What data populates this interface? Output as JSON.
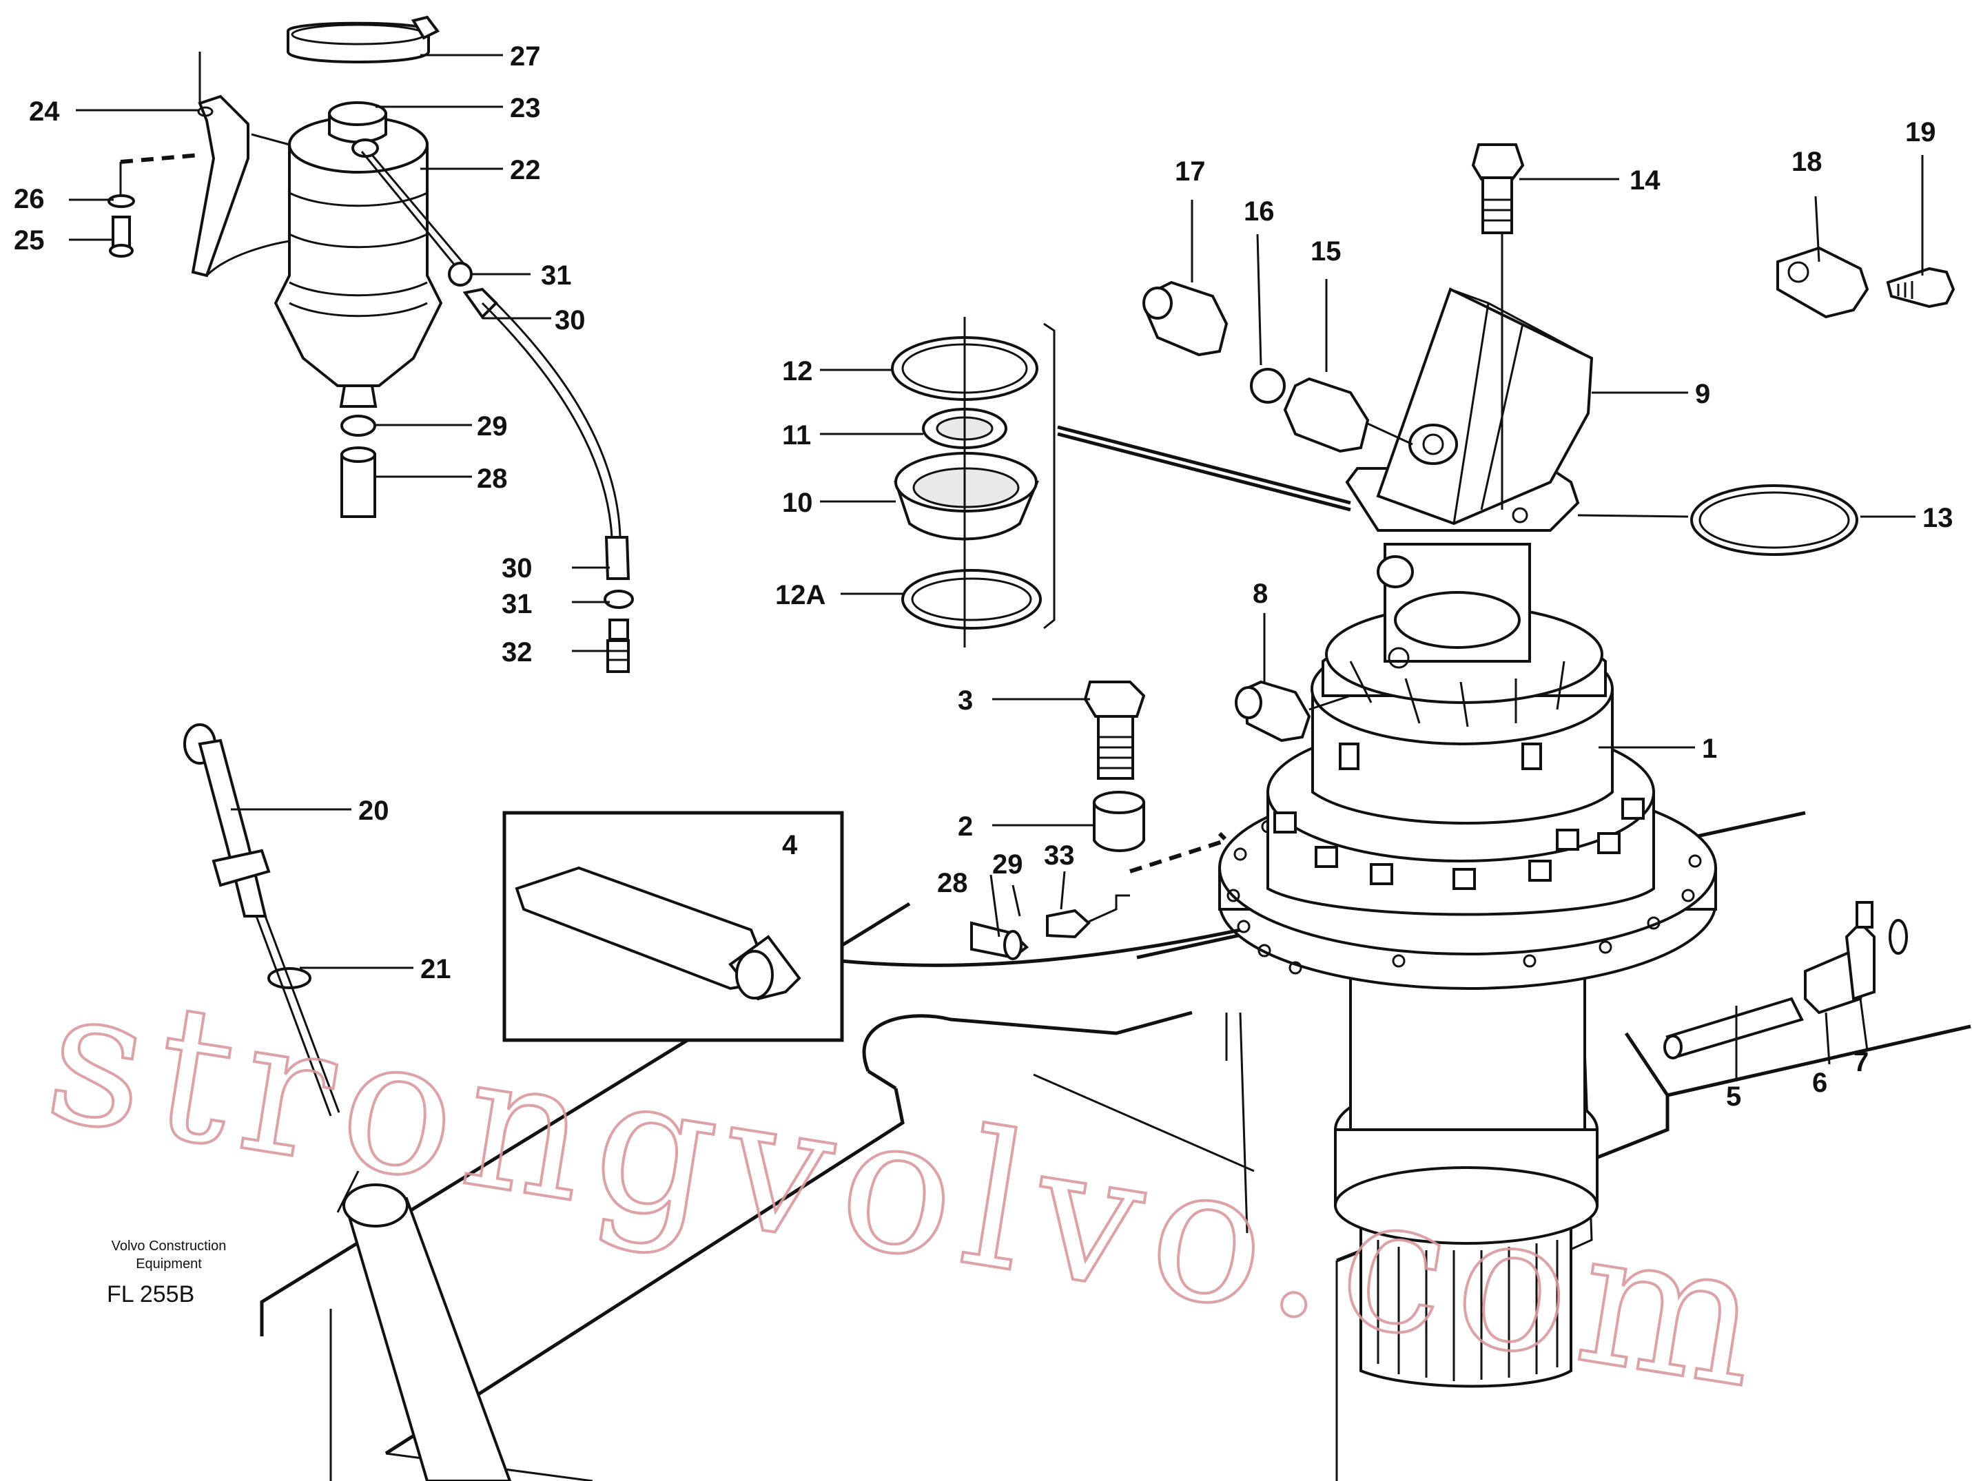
{
  "diagram": {
    "callouts": [
      "27",
      "23",
      "24",
      "22",
      "26",
      "25",
      "31",
      "30",
      "29",
      "28",
      "30",
      "31",
      "32",
      "17",
      "16",
      "15",
      "14",
      "18",
      "19",
      "9",
      "12",
      "11",
      "10",
      "12A",
      "13",
      "8",
      "3",
      "1",
      "2",
      "4",
      "29",
      "33",
      "28",
      "20",
      "21",
      "6",
      "7",
      "5"
    ],
    "footer": {
      "line1": "Volvo Construction",
      "line2": "Equipment",
      "code": "FL 255B"
    },
    "watermark": "strongvolvo.com"
  }
}
